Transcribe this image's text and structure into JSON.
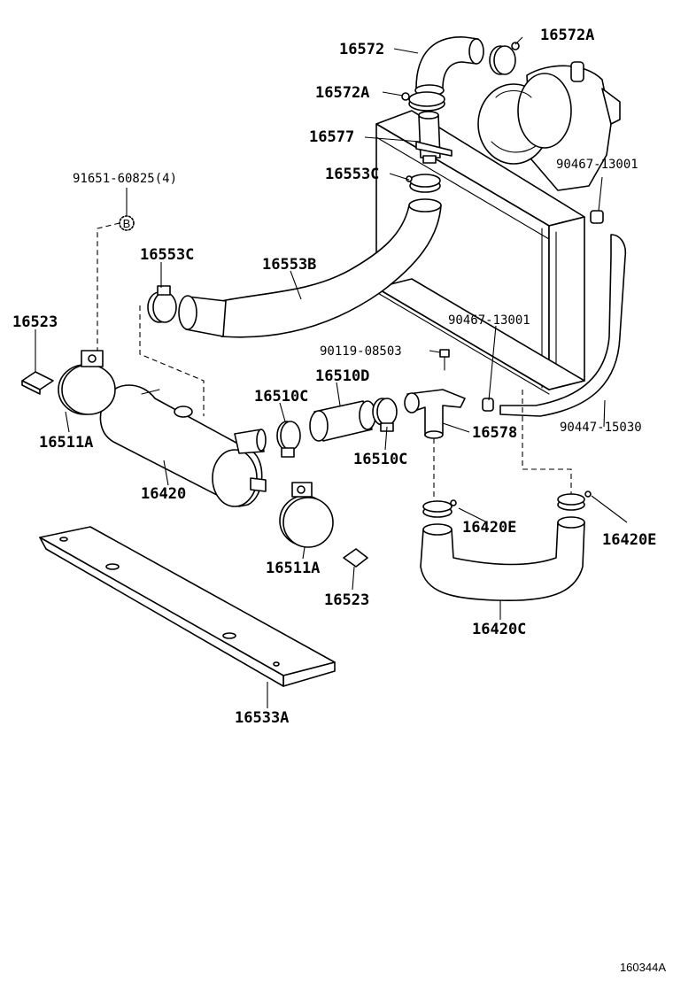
{
  "diagram_id": "160344A",
  "labels": {
    "l16572": "16572",
    "l16572A_top": "16572A",
    "l16572A_mid": "16572A",
    "l16577": "16577",
    "l16553C_top": "16553C",
    "l90467_top": "90467-13001",
    "l91651": "91651-60825(4)",
    "l16553C_left": "16553C",
    "l16553B": "16553B",
    "l16523_left": "16523",
    "l90467_mid": "90467-13001",
    "l90119": "90119-08503",
    "l16510D": "16510D",
    "l16510C_top": "16510C",
    "l16578": "16578",
    "l90447": "90447-15030",
    "l16511A_left": "16511A",
    "l16510C_bot": "16510C",
    "l16420": "16420",
    "l16420E_left": "16420E",
    "l16420E_right": "16420E",
    "l16511A_bot": "16511A",
    "l16523_bot": "16523",
    "l16420C": "16420C",
    "l16533A": "16533A"
  },
  "circle_marker": "B"
}
